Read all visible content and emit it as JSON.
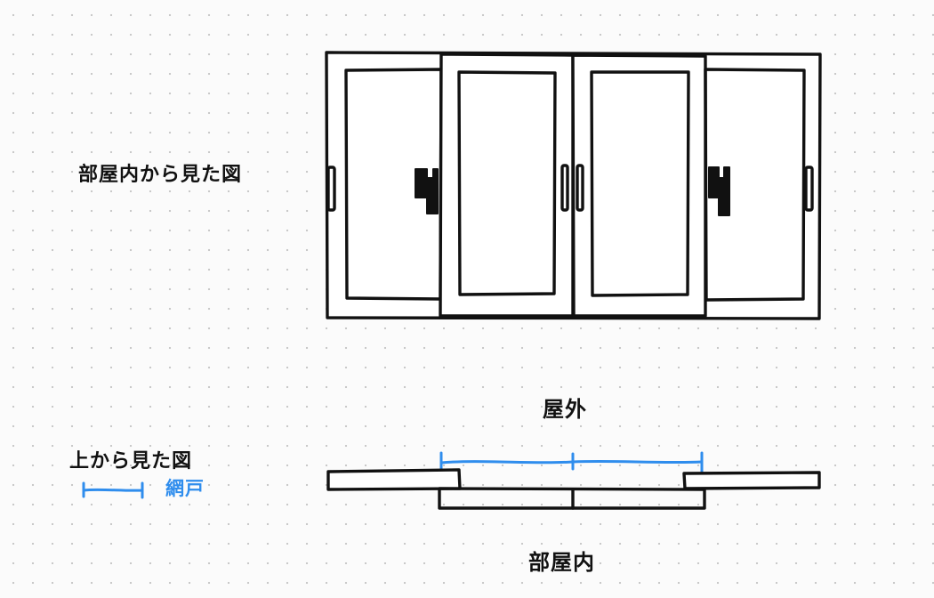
{
  "labels": {
    "room_view": "部屋内から見た図",
    "top_view": "上から見た図",
    "legend_screen": "網戸",
    "outdoor": "屋外",
    "indoor": "部屋内"
  },
  "colors": {
    "ink": "#111111",
    "screen_blue": "#2f8ded",
    "paper": "#fbfbfb",
    "dot_grid": "#c9c9c9"
  },
  "icons": [
    "window-latch-icon"
  ]
}
